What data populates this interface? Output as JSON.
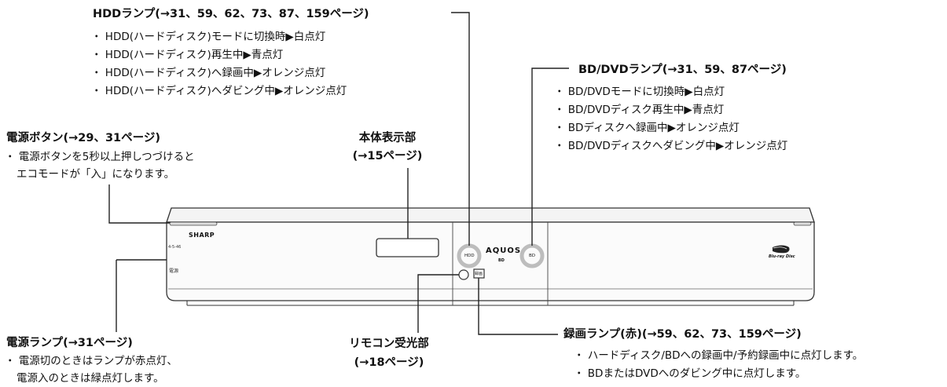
{
  "hdd_lamp": {
    "title": "HDDランプ(→31、59、62、73、87、159ページ)",
    "items": [
      "・ HDD(ハードディスク)モードに切換時▶白点灯",
      "・ HDD(ハードディスク)再生中▶青点灯",
      "・ HDD(ハードディスク)へ録画中▶オレンジ点灯",
      "・ HDD(ハードディスク)へダビング中▶オレンジ点灯"
    ]
  },
  "bd_lamp": {
    "title": "BD/DVDランプ(→31、59、87ページ)",
    "items": [
      "・ BD/DVDモードに切換時▶白点灯",
      "・ BD/DVDディスク再生中▶青点灯",
      "・ BDディスクへ録画中▶オレンジ点灯",
      "・ BD/DVDディスクへダビング中▶オレンジ点灯"
    ]
  },
  "power_button": {
    "title": "電源ボタン(→29、31ページ)",
    "items": [
      "・ 電源ボタンを5秒以上押しつづけると",
      "エコモードが「入」になります。"
    ]
  },
  "display": {
    "title_line1": "本体表示部",
    "title_line2": "(→15ページ)"
  },
  "power_lamp": {
    "title": "電源ランプ(→31ページ)",
    "items": [
      "・ 電源切のときはランプが赤点灯、",
      "電源入のときは緑点灯します。"
    ]
  },
  "remote": {
    "title_line1": "リモコン受光部",
    "title_line2": "(→18ページ)"
  },
  "rec_lamp": {
    "title": "録画ランプ(赤)(→59、62、73、159ページ)",
    "items": [
      "・ ハードディスク/BDへの録画中/予約録画中に点灯します。",
      "・ BDまたはDVDへのダビング中に点灯します。"
    ]
  },
  "device": {
    "brand": "SHARP",
    "model": "AQUOS",
    "model_sub": "BD",
    "hdd_label": "HDD",
    "bd_label": "BD",
    "rec_label": "録画",
    "power_text": "電源",
    "small_text": "4-5-46",
    "bluray_text": "Blu-ray Disc"
  }
}
